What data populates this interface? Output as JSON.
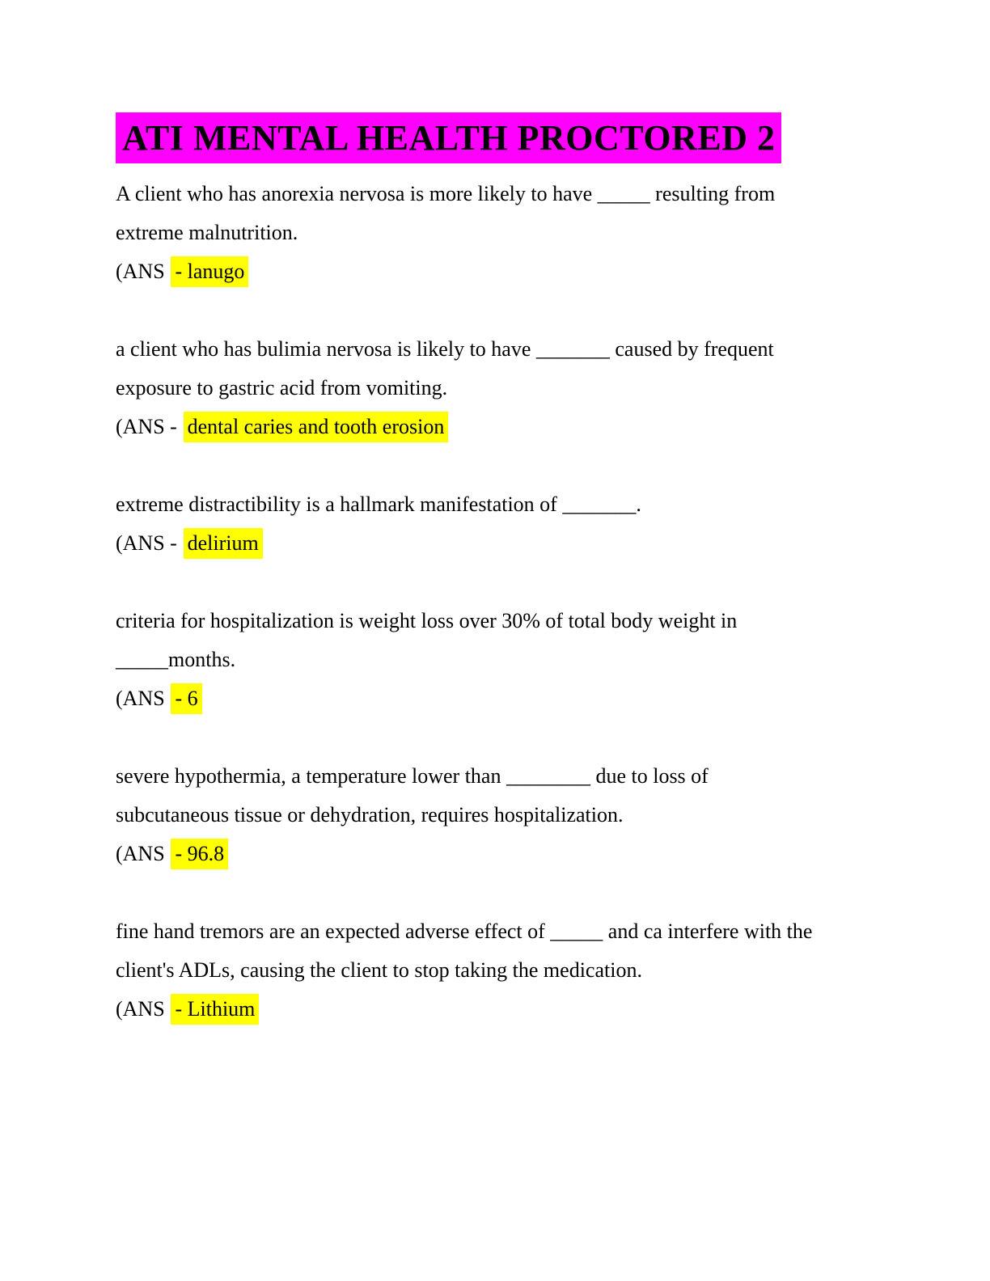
{
  "title": {
    "text": "ATI MENTAL HEALTH PROCTORED 2"
  },
  "colors": {
    "title_highlight": "#ff00ff",
    "answer_highlight": "#ffff00",
    "text": "#000000",
    "page_background": "#ffffff"
  },
  "questions": [
    {
      "lines": [
        "A client who has anorexia nervosa is more likely to have _____ resulting from",
        "extreme malnutrition."
      ],
      "ans_prefix": "(ANS",
      "ans_highlight": "- lanugo"
    },
    {
      "lines": [
        "a client who has bulimia nervosa is likely to have _______ caused by frequent",
        "exposure to gastric acid from vomiting."
      ],
      "ans_prefix": "(ANS -",
      "ans_highlight": "dental caries and tooth erosion"
    },
    {
      "lines": [
        "extreme distractibility is a hallmark manifestation of _______."
      ],
      "ans_prefix": "(ANS -",
      "ans_highlight": "delirium"
    },
    {
      "lines": [
        "criteria for hospitalization is weight loss over 30% of total body weight in",
        "_____months."
      ],
      "ans_prefix": "(ANS",
      "ans_highlight": "- 6"
    },
    {
      "lines": [
        "severe hypothermia, a temperature lower than ________ due to loss of",
        "subcutaneous tissue or dehydration, requires hospitalization."
      ],
      "ans_prefix": "(ANS",
      "ans_highlight": "- 96.8"
    },
    {
      "lines": [
        "fine hand tremors are an expected adverse effect of _____ and ca interfere with the",
        "client's ADLs, causing the client to stop taking the medication."
      ],
      "ans_prefix": "(ANS",
      "ans_highlight": "- Lithium"
    }
  ]
}
